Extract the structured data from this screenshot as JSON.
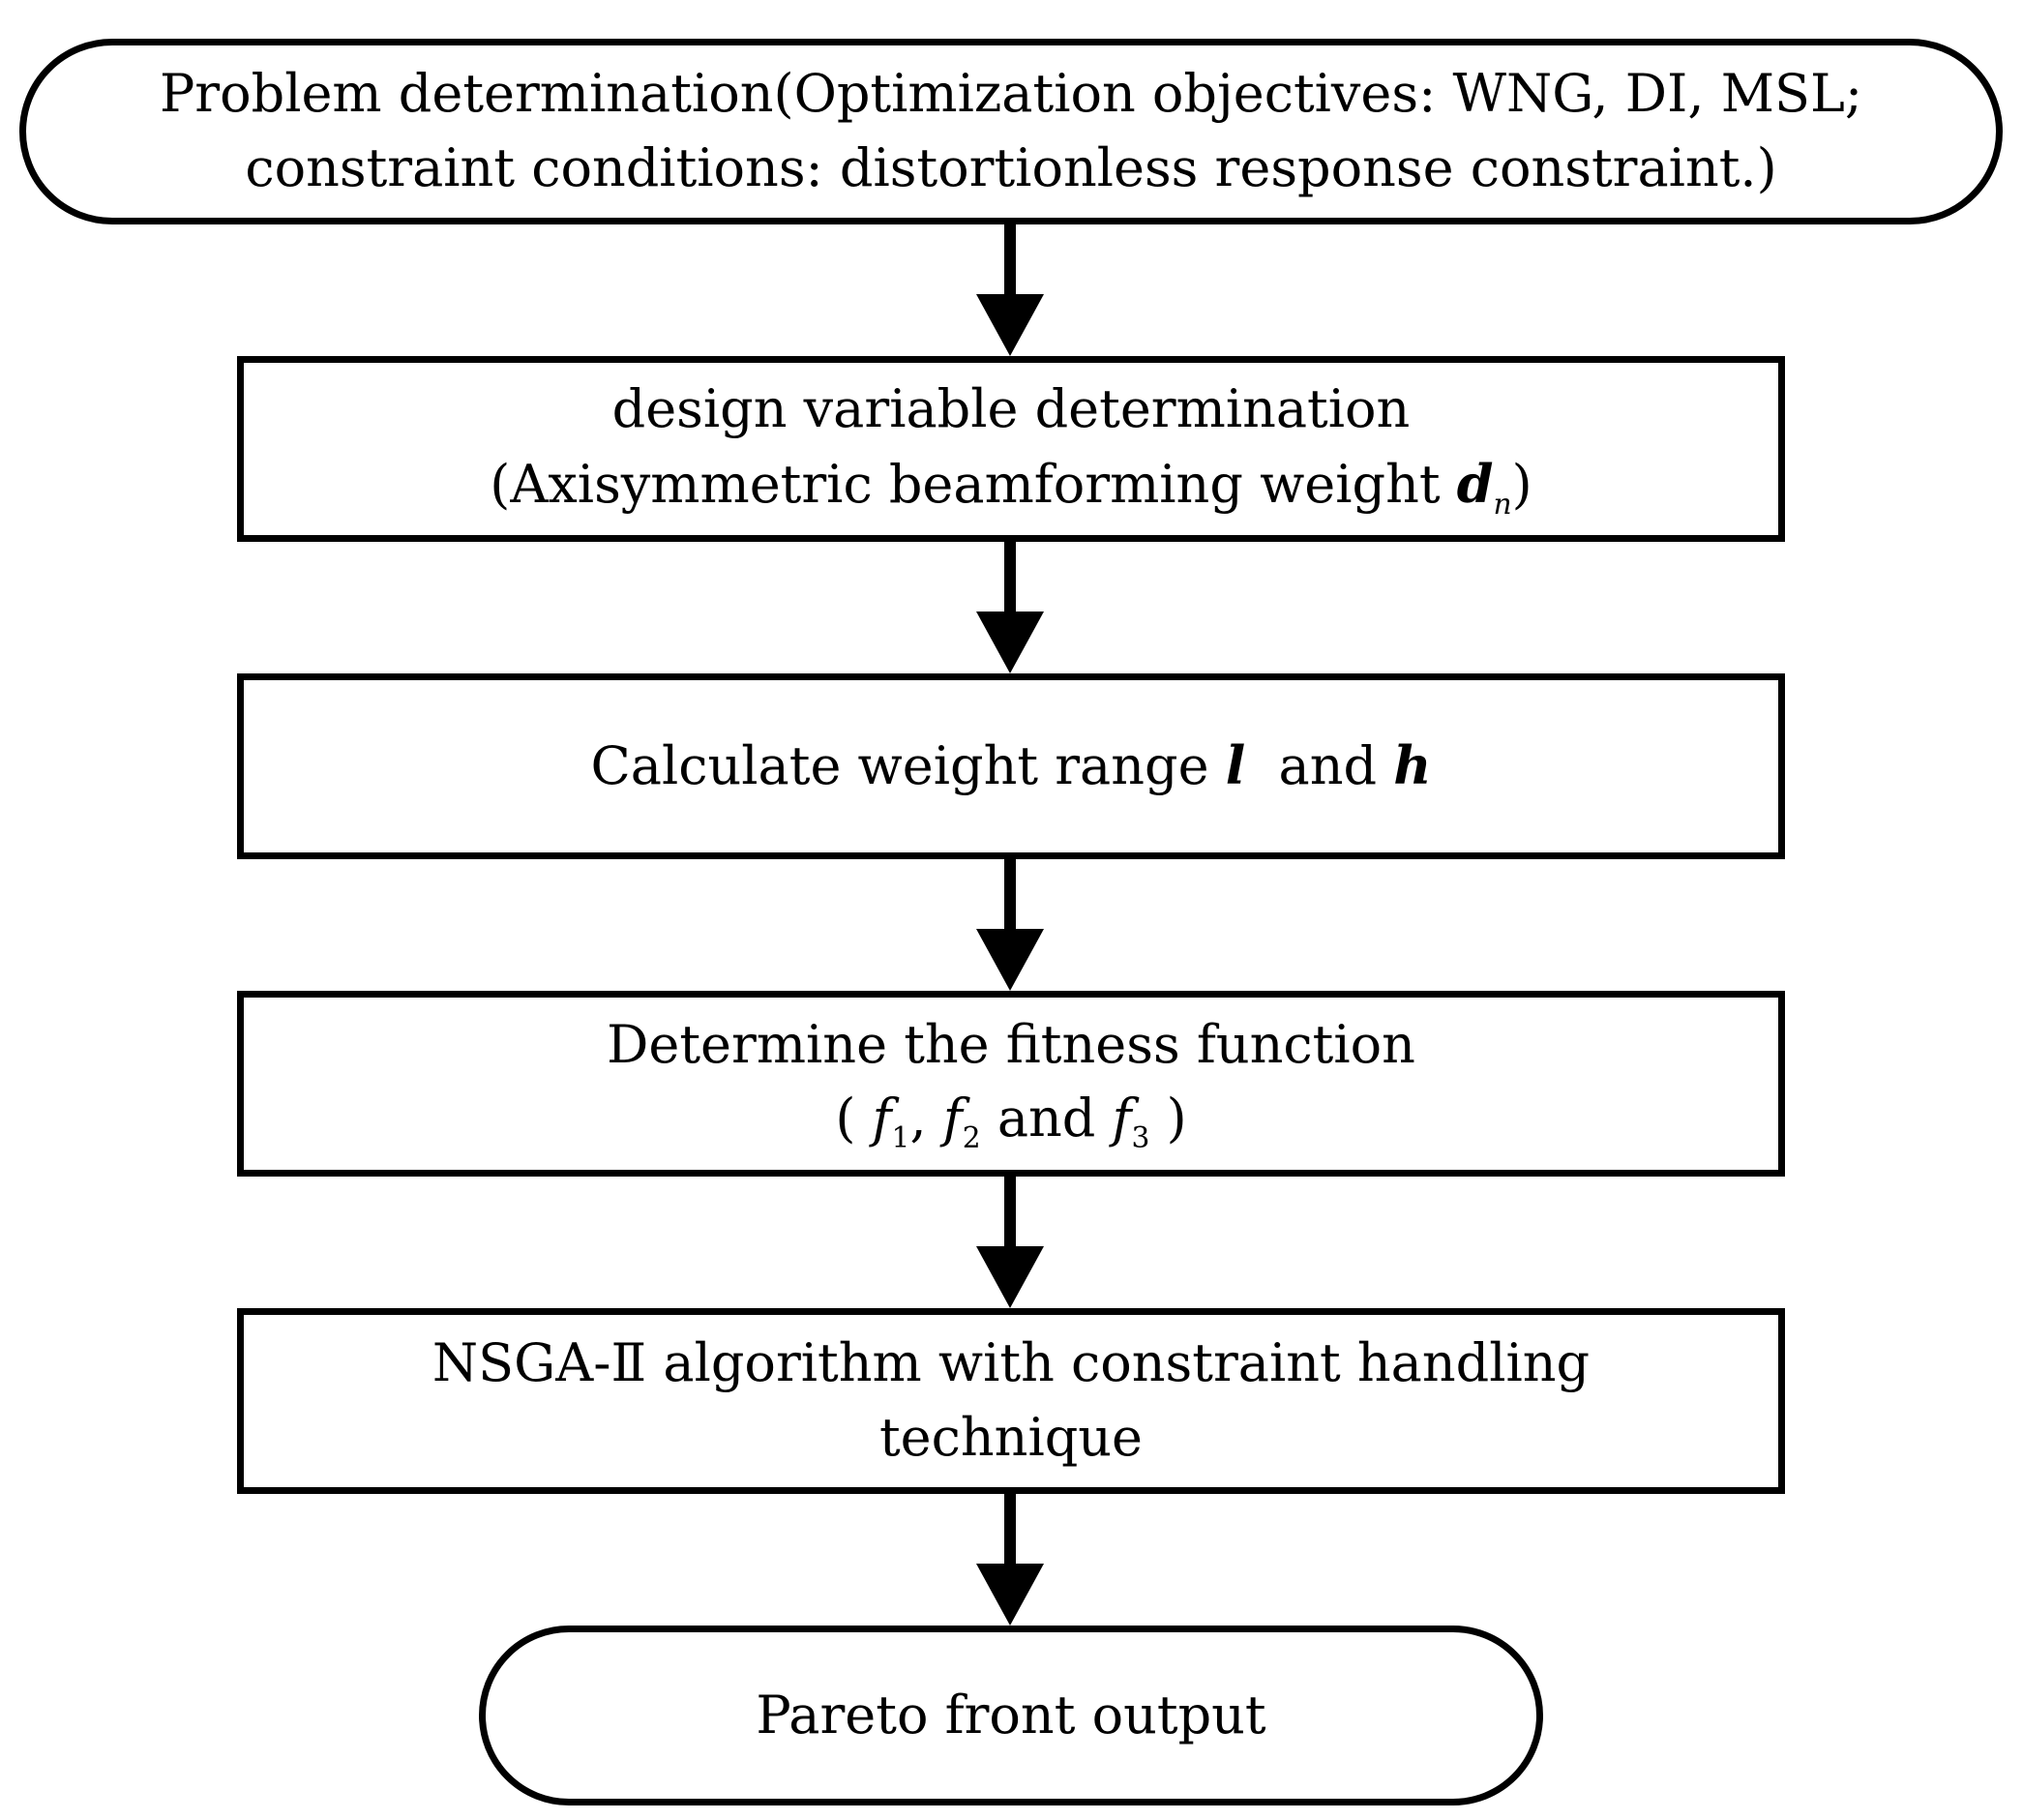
{
  "nodes": [
    {
      "id": "start",
      "shape": "terminal",
      "lines": [
        "Problem determination(Optimization objectives: WNG, DI, MSL;",
        "constraint conditions: distortionless response constraint.)"
      ]
    },
    {
      "id": "design-variable",
      "shape": "process",
      "lines": [
        "design variable determination",
        "(Axisymmetric beamforming weight "
      ],
      "symbol": "d",
      "symbol_sub": "n",
      "tail": ")"
    },
    {
      "id": "weight-range",
      "shape": "process",
      "text_prefix": "Calculate weight range ",
      "sym1": "l",
      "text_mid": "  and ",
      "sym2": "h"
    },
    {
      "id": "fitness",
      "shape": "process",
      "line1": "Determine the fitness function",
      "open": "( ",
      "f": "f",
      "sub1": "1",
      "sep1": ", ",
      "sub2": "2",
      "sep2": " and ",
      "sub3": "3",
      "close": " )"
    },
    {
      "id": "nsga",
      "shape": "process",
      "lines": [
        "NSGA-Ⅱ algorithm with constraint handling",
        "technique"
      ]
    },
    {
      "id": "end",
      "shape": "terminal",
      "lines": [
        "Pareto front output"
      ]
    }
  ]
}
